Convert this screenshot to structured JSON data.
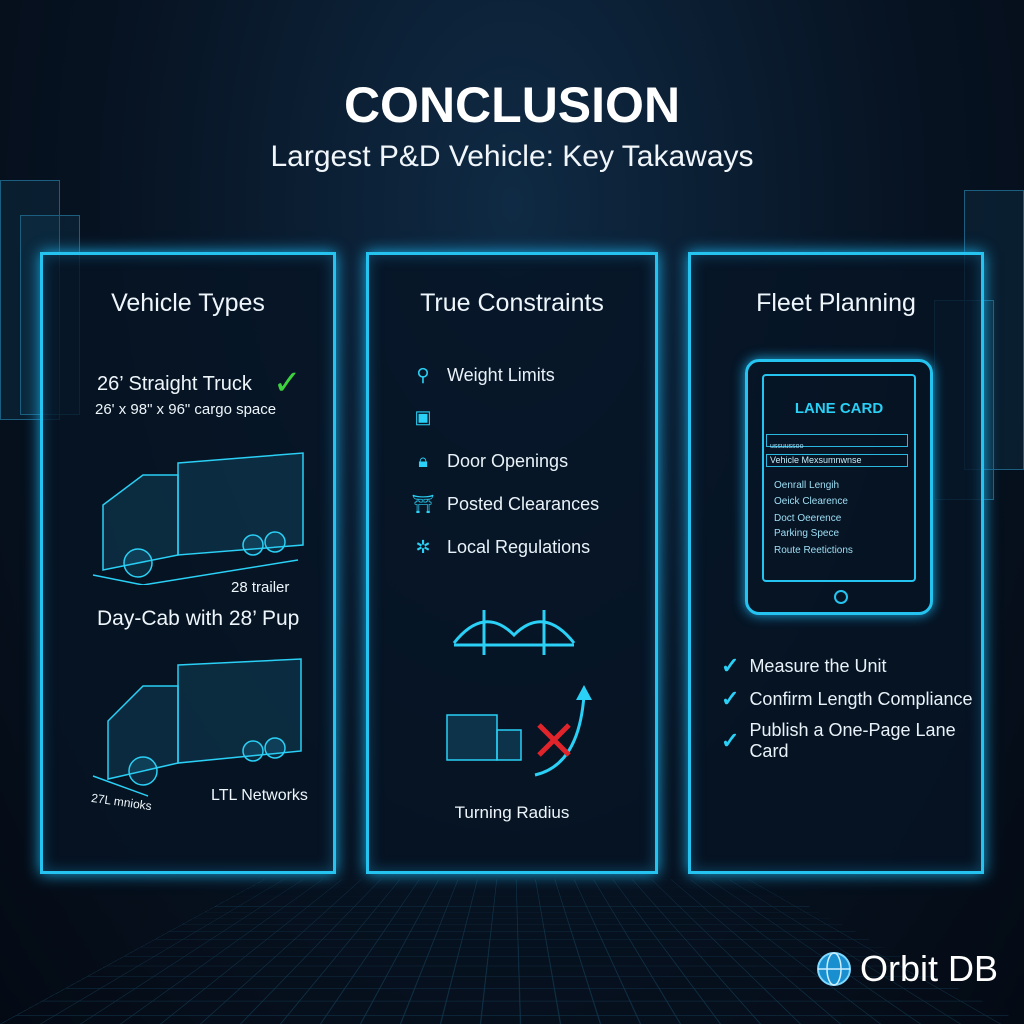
{
  "header": {
    "title": "CONCLUSION",
    "subtitle": "Largest P&D Vehicle: Key Takaways"
  },
  "vehicle_types": {
    "heading": "Vehicle Types",
    "truck1_title": "26’ Straight Truck",
    "truck1_spec": "26' x 98\" x 96\" cargo space",
    "truck1_dim": "28 trailer",
    "truck2_title": "Day-Cab with 28’ Pup",
    "truck2_dim": "27L mnioks",
    "truck2_label": "LTL Networks"
  },
  "constraints": {
    "heading": "True Constraints",
    "items": [
      {
        "icon": "scale-icon",
        "label": "Weight Limits"
      },
      {
        "icon": "gauge-icon",
        "label": ""
      },
      {
        "icon": "lock-icon",
        "label": "Door Openings"
      },
      {
        "icon": "gate-icon",
        "label": "Posted Clearances"
      },
      {
        "icon": "map-icon",
        "label": "Local Regulations"
      }
    ],
    "turning_label": "Turning Radius"
  },
  "fleet": {
    "heading": "Fleet Planning",
    "lane_card": {
      "title": "LANE CARD",
      "field1": "ussuussoo",
      "field2": "Vehicle Mexsumnwnse",
      "items": [
        "Oenrall Lengih",
        "Oeick Clearence",
        "Doct Oeerence",
        "Parking Spece",
        "Route Reetictions"
      ]
    },
    "checklist": [
      "Measure the Unit",
      "Confirm Length Compliance",
      "Publish a One-Page Lane Card"
    ]
  },
  "brand": {
    "name": "Orbit DB"
  },
  "colors": {
    "accent": "#25c4f0",
    "check_green": "#3cd43c",
    "cross_red": "#e0242c"
  }
}
